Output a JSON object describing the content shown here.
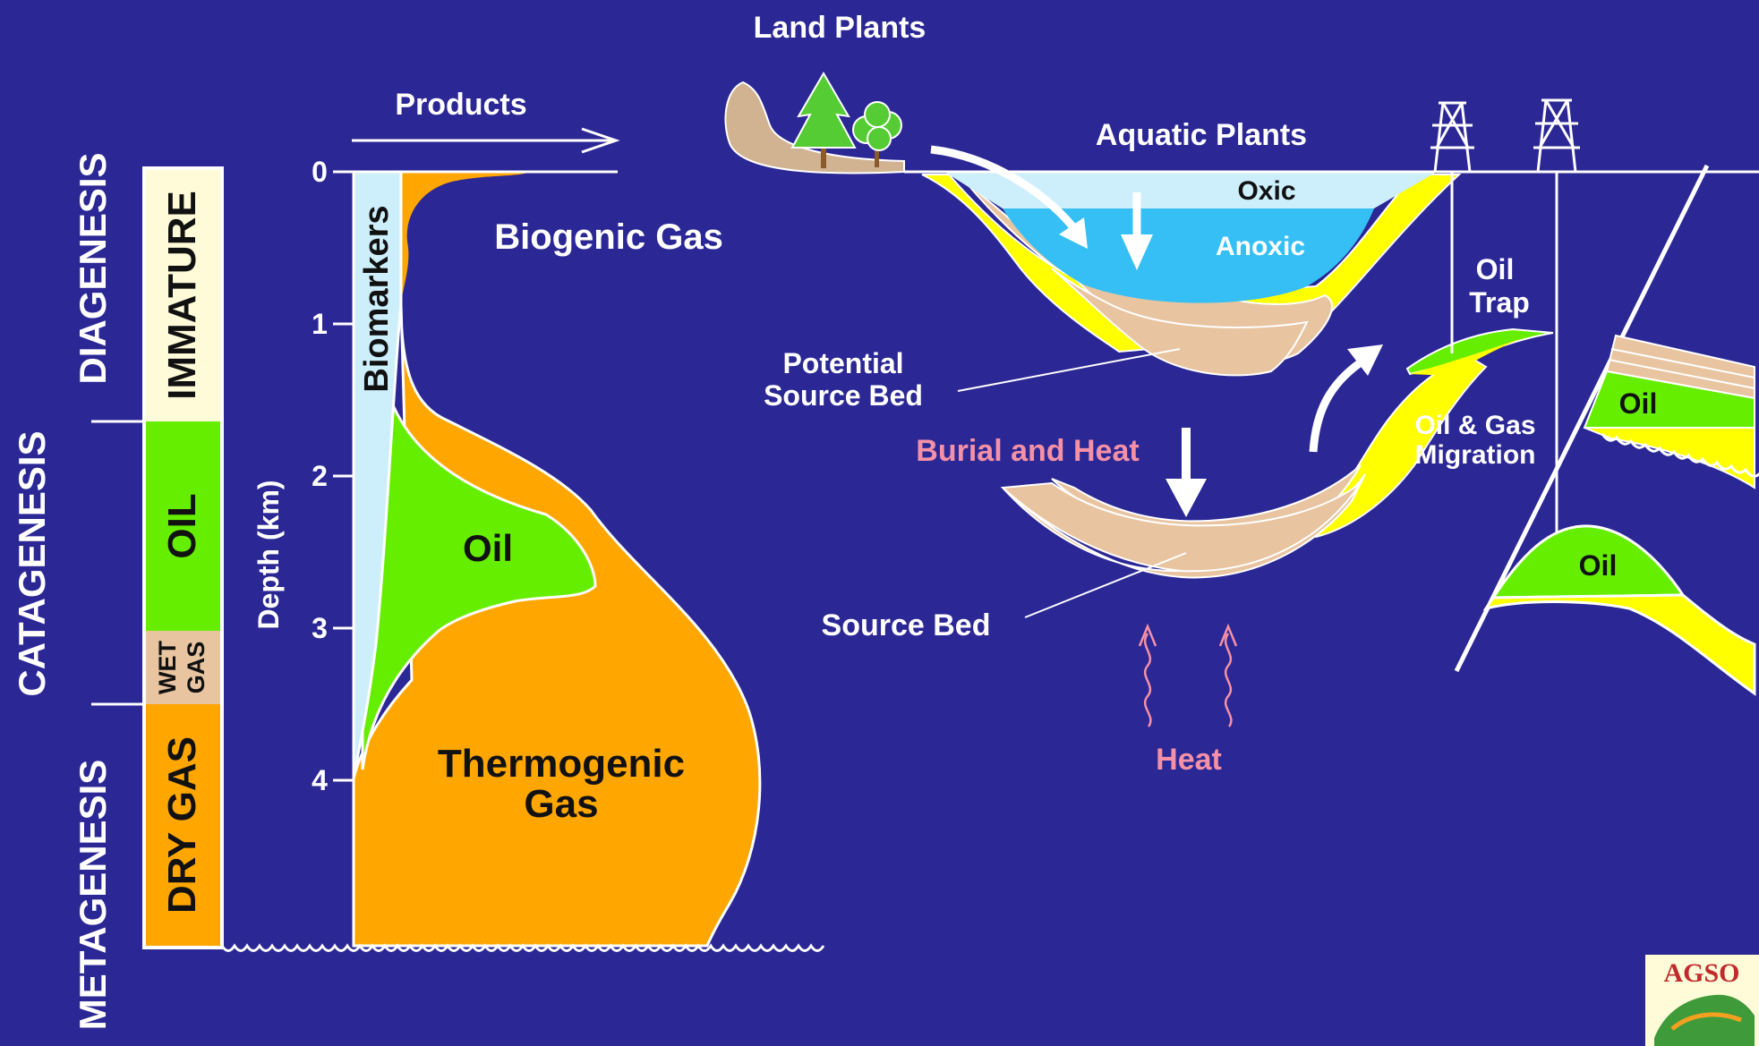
{
  "stages": {
    "diagenesis": "DIAGENESIS",
    "catagenesis": "CATAGENESIS",
    "metagenesis": "METAGENESIS"
  },
  "maturity": {
    "immature": "IMMATURE",
    "oil": "OIL",
    "wet_gas_1": "WET",
    "wet_gas_2": "GAS",
    "dry_gas": "DRY GAS"
  },
  "depth_axis": {
    "label": "Depth (km)",
    "ticks": [
      "0",
      "1",
      "2",
      "3",
      "4"
    ]
  },
  "products": {
    "arrow_label": "Products",
    "biomarkers": "Biomarkers",
    "biogenic_gas": "Biogenic Gas",
    "oil": "Oil",
    "thermogenic_1": "Thermogenic",
    "thermogenic_2": "Gas"
  },
  "basin": {
    "land_plants": "Land Plants",
    "aquatic_plants": "Aquatic Plants",
    "oxic": "Oxic",
    "anoxic": "Anoxic",
    "potential_1": "Potential",
    "potential_2": "Source Bed",
    "burial": "Burial and Heat",
    "source_bed": "Source Bed",
    "heat": "Heat",
    "trap_1": "Oil",
    "trap_2": "Trap",
    "migration_1": "Oil & Gas",
    "migration_2": "Migration",
    "oil_fault": "Oil",
    "oil_anticline": "Oil"
  },
  "logo": {
    "text": "AGSO"
  },
  "colors": {
    "background": "#2b2795",
    "orange": "#ffa600",
    "green": "#66ee00",
    "yellow": "#ffff00",
    "tan": "#e8c4a0",
    "light_blue": "#cdeffb",
    "water_blue": "#35bff4",
    "pink": "#f591a6",
    "cream": "#fffbd9"
  }
}
